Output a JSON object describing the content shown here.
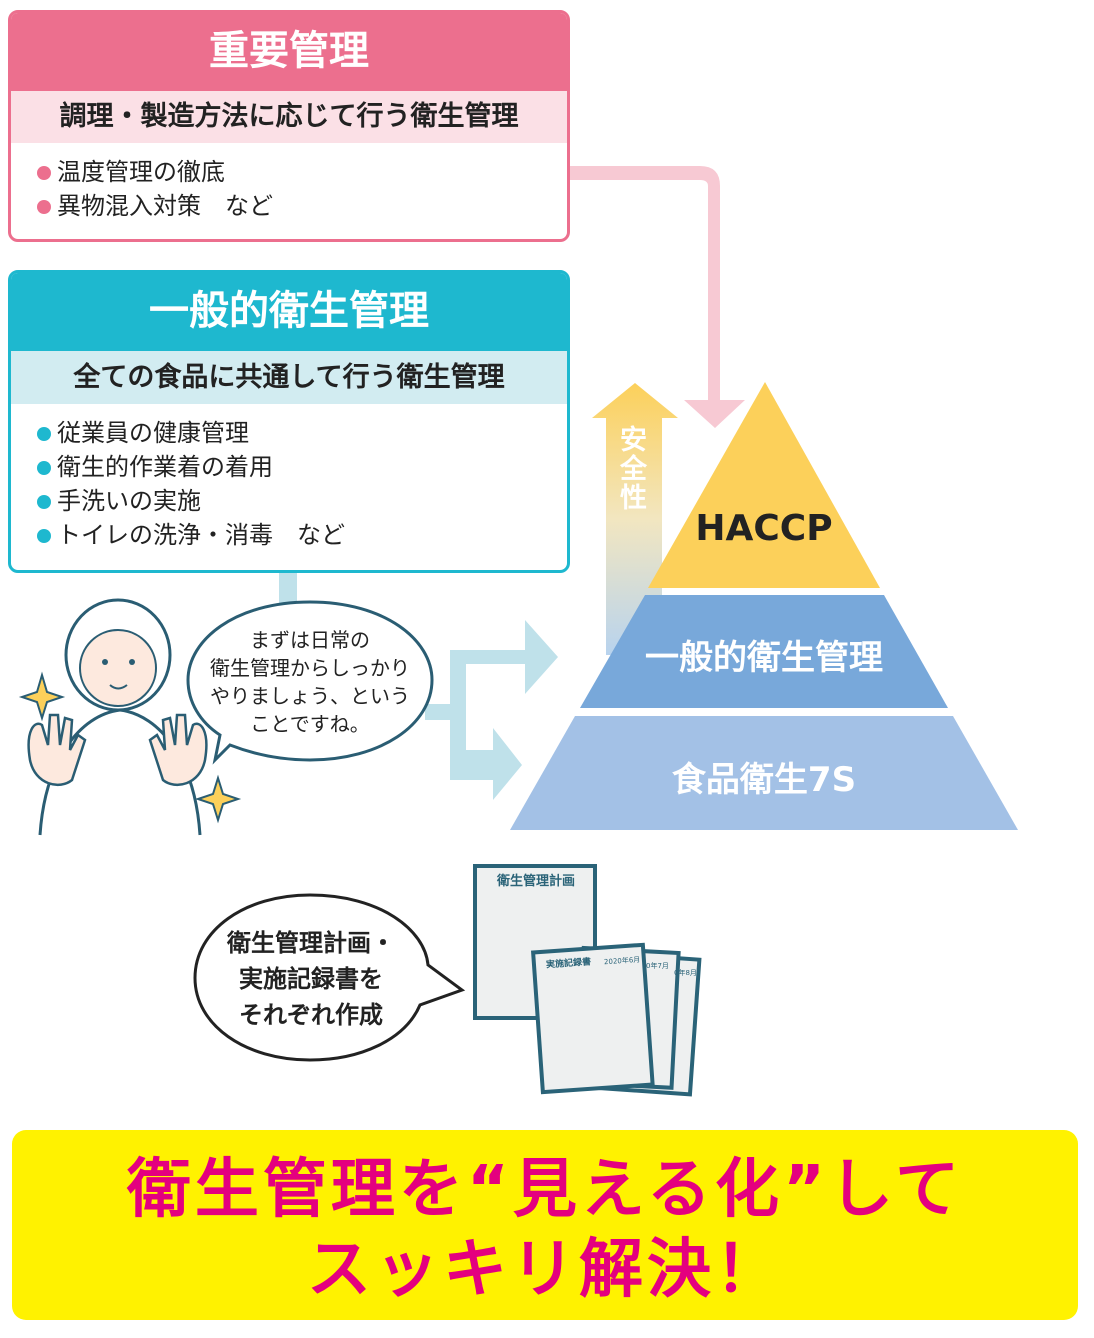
{
  "important": {
    "title": "重要管理",
    "subtitle": "調理・製造方法に応じて行う衛生管理",
    "items": [
      "温度管理の徹底",
      "異物混入対策　など"
    ]
  },
  "general": {
    "title": "一般的衛生管理",
    "subtitle": "全ての食品に共通して行う衛生管理",
    "items": [
      "従業員の健康管理",
      "衛生的作業着の着用",
      "手洗いの実施",
      "トイレの洗浄・消毒　など"
    ]
  },
  "safety_label": "安全性",
  "pyramid": {
    "top": "HACCP",
    "middle": "一般的衛生管理",
    "bottom": "食品衛生7S"
  },
  "speech1": [
    "まずは日常の",
    "衛生管理からしっかり",
    "やりましょう、という",
    "ことですね。"
  ],
  "speech2": [
    "衛生管理計画・",
    "実施記録書を",
    "それぞれ作成"
  ],
  "documents": {
    "plan_title": "衛生管理計画",
    "record_title": "実施記録書",
    "months": [
      "2020年6月",
      "0年7月",
      "0年8月"
    ]
  },
  "banner": {
    "line1": "衛生管理を“見える化”して",
    "line2": "スッキリ解決！"
  },
  "colors": {
    "pink": "#ec6f8e",
    "cyan": "#1eb8cf",
    "haccp": "#fcd05a",
    "middle": "#78a8da",
    "bottom": "#a3c1e6",
    "banner": "#fff200",
    "banner_text": "#e4007f"
  }
}
